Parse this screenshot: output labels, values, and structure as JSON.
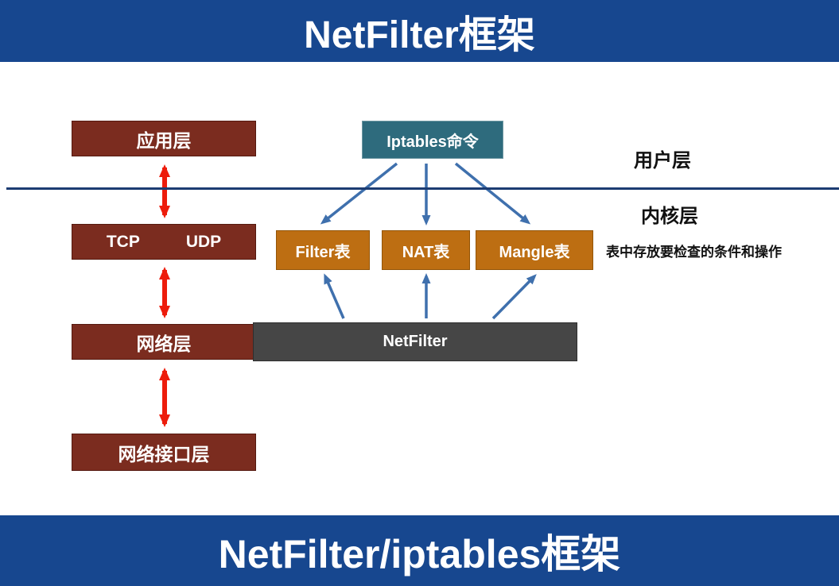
{
  "top_banner": {
    "title": "NetFilter框架"
  },
  "bottom_banner": {
    "title": "NetFilter/iptables框架"
  },
  "stack": {
    "app_layer": "应用层",
    "tcp": "TCP",
    "udp": "UDP",
    "network_layer": "网络层",
    "network_interface_layer": "网络接口层"
  },
  "tables": {
    "iptables_cmd": "Iptables命令",
    "filter": "Filter表",
    "nat": "NAT表",
    "mangle": "Mangle表",
    "netfilter": "NetFilter"
  },
  "labels": {
    "user_space": "用户层",
    "kernel_space": "内核层",
    "note": "表中存放要检查的条件和操作"
  },
  "colors": {
    "banner_blue": "#17478f",
    "box_maroon": "#7b2c1f",
    "box_teal": "#2e6b7d",
    "box_orange": "#bd6e12",
    "box_gray": "#464646",
    "arrow_red": "#ed1c0b",
    "arrow_blue": "#3f70ad",
    "divider_blue": "#1c3c72"
  }
}
